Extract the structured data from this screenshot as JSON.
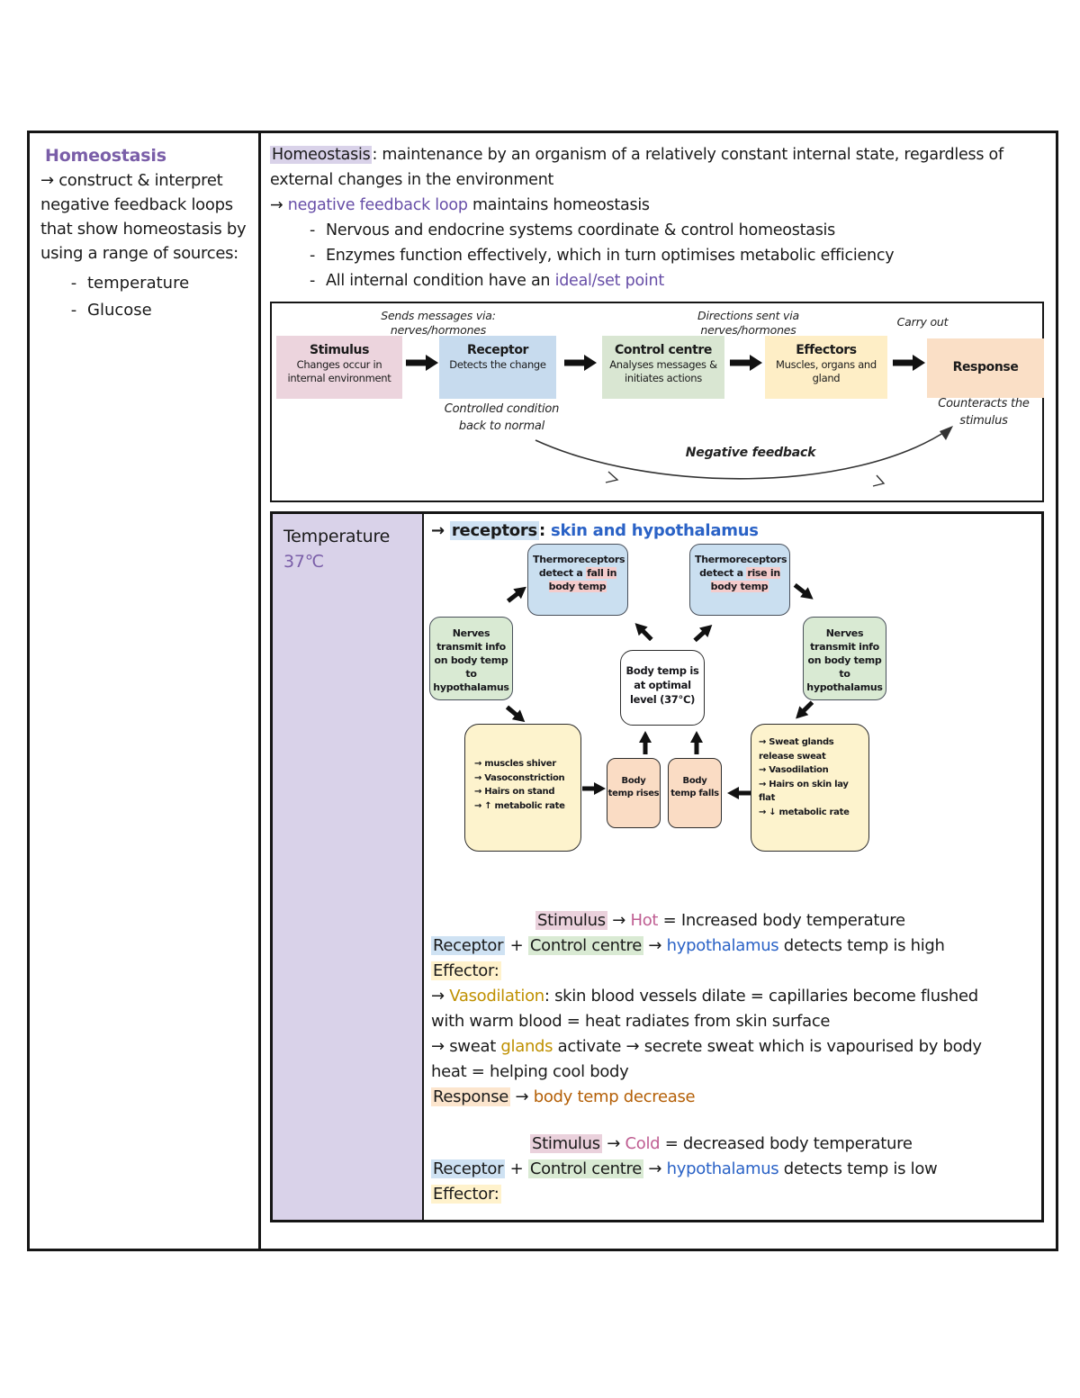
{
  "left_column": {
    "title": "Homeostasis",
    "body": "→ construct & interpret negative feedback loops that show homeostasis by using a range of sources:",
    "dash": "-",
    "bullets": [
      "temperature",
      "Glucose"
    ]
  },
  "definition": {
    "term": "Homeostasis",
    "term_rest": ": maintenance by an organism of a relatively constant internal state, regardless of external changes in the environment",
    "arrow": "→ ",
    "nfl": "negative feedback loop",
    "nfl_rest": " maintains homeostasis",
    "dash": "-",
    "bullet1": "Nervous and endocrine systems coordinate & control homeostasis",
    "bullet2": "Enzymes function effectively, which in turn optimises metabolic efficiency",
    "bullet3_pre": "All internal condition have an ",
    "bullet3_link": "ideal/set point"
  },
  "flow": {
    "label_sends": "Sends messages via: nerves/hormones",
    "label_directions": "Directions sent via nerves/hormones",
    "label_carry": "Carry out",
    "label_controlled": "Controlled condition back to normal",
    "label_counteracts": "Counteracts the stimulus",
    "label_negative": "Negative feedback",
    "boxes": [
      {
        "title": "Stimulus",
        "subtitle": "Changes occur in internal environment"
      },
      {
        "title": "Receptor",
        "subtitle": "Detects the change"
      },
      {
        "title": "Control centre",
        "subtitle": "Analyses messages & initiates actions"
      },
      {
        "title": "Effectors",
        "subtitle": "Muscles, organs and gland"
      },
      {
        "title": "Response",
        "subtitle": ""
      }
    ]
  },
  "temperature": {
    "row_title": "Temperature",
    "row_value": "37℃",
    "receptors_arrow": "→ ",
    "receptors_hl": "receptors",
    "receptors_colon": ": ",
    "receptors_link": "skin and hypothalamus"
  },
  "cycle": {
    "thermo_fall": {
      "pre": "Thermoreceptors detect a ",
      "hl": "fall in body temp"
    },
    "thermo_rise": {
      "pre": "Thermoreceptors detect a ",
      "hl": "rise in body temp"
    },
    "nerves_left": "Nerves transmit info on body temp to hypothalamus",
    "nerves_right": "Nerves transmit info on body temp to hypothalamus",
    "center": "Body temp is at optimal level (37℃)",
    "cold_actions": [
      "→ muscles shiver",
      "→ Vasoconstriction",
      "→ Hairs on stand",
      "→ ↑ metabolic rate"
    ],
    "hot_actions": [
      "→ Sweat glands release sweat",
      "→ Vasodilation",
      "→ Hairs on skin lay flat",
      "→ ↓ metabolic rate"
    ],
    "rises": "Body temp rises",
    "falls": "Body temp falls"
  },
  "hot": {
    "l1_hl": "Stimulus",
    "l1_arr": " → ",
    "l1_pink": "Hot",
    "l1_rest": " = Increased body temperature",
    "l2_hl1": "Receptor",
    "l2_plus": " + ",
    "l2_hl2": "Control centre",
    "l2_arr": " → ",
    "l2_link": "hypothalamus",
    "l2_rest": " detects temp is high",
    "l3": "Effector:",
    "l4a_arr": "→ ",
    "l4a_gold": "Vasodilation",
    "l4a_rest": ": skin blood vessels dilate = capillaries become flushed",
    "l4b": "with warm blood = heat radiates from skin surface",
    "l5a_pre": "→ sweat ",
    "l5a_gold": "glands",
    "l5a_rest": " activate → secrete sweat which is vapourised by body",
    "l5b": "heat = helping cool body",
    "l6_hl": "Response",
    "l6_arr": " → ",
    "l6_orange": "body temp decrease"
  },
  "cold": {
    "l1_hl": "Stimulus",
    "l1_arr": " → ",
    "l1_pink": "Cold",
    "l1_rest": " = decreased body temperature",
    "l2_hl1": "Receptor",
    "l2_plus": " + ",
    "l2_hl2": "Control centre",
    "l2_arr": " → ",
    "l2_link": "hypothalamus",
    "l2_rest": " detects temp is low",
    "l3": "Effector:"
  },
  "colors": {
    "purple_heading": "#7a5ea8",
    "purple_text": "#674ea7",
    "blue_text": "#2a62c6",
    "pink_text": "#bf5e92",
    "gold_text": "#bf9000",
    "orange_text": "#b45f06",
    "hl_purple": "#d9d2e9",
    "hl_blue": "#cfe2f3",
    "hl_green": "#d9ead3",
    "hl_yellow": "#fff2cc",
    "hl_pink": "#ead1dc",
    "hl_peach": "#fce5cd",
    "hl_pink_cycle": "#f4cccc",
    "box_stimulus": "#ecd4dd",
    "box_receptor": "#c7dbee",
    "box_control": "#d9e6d2",
    "box_effectors": "#feeec6",
    "box_response": "#fadfc6",
    "cycle_blue": "#cadff0",
    "cycle_green": "#d9ead3",
    "cycle_yellow": "#fdf3cd",
    "cycle_peach": "#fadcc4"
  }
}
